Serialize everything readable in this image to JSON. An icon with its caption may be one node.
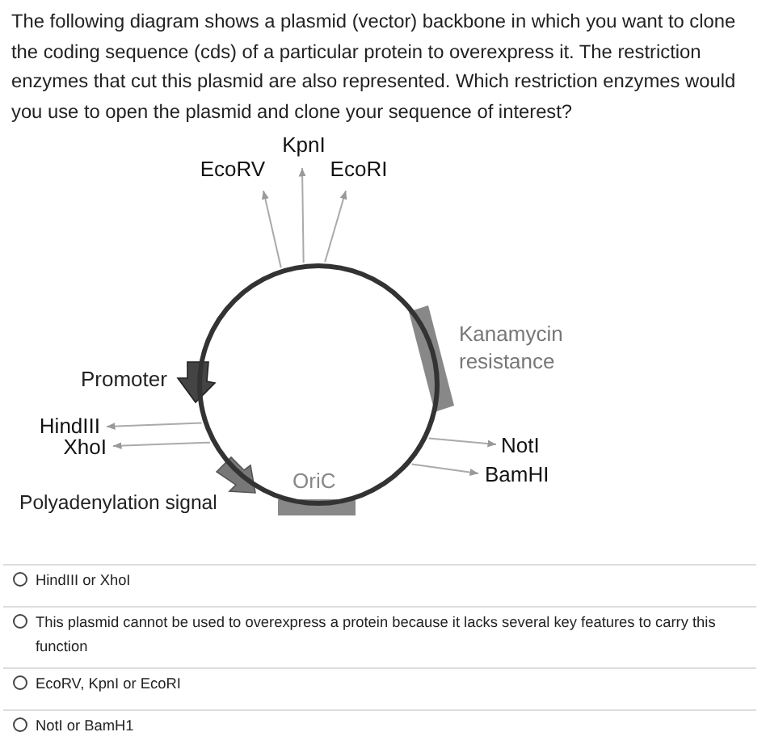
{
  "diagram": {
    "title": "The following diagram shows a plasmid (vector) backbone in which you want to clone the coding sequence (cds) of a particular protein to overexpress it. The restriction enzymes that cut this plasmid are also represented. Which restriction enzymes would you use to open the plasmid and clone your sequence of interest?",
    "nodes": [
      {
        "text": [],
        "shape": "circle"
      },
      {
        "text": [
          "EcoRV"
        ]
      },
      {
        "text": [
          "KpnI"
        ]
      },
      {
        "text": [
          "EcoRI"
        ]
      },
      {
        "text": [
          "HindIII"
        ]
      },
      {
        "text": [
          "XhoI"
        ]
      },
      {
        "text": [
          "NotI"
        ]
      },
      {
        "text": [
          "BamHI"
        ]
      }
    ],
    "edges": [
      {
        "from": 0,
        "to": 1,
        "arrow": "to"
      },
      {
        "from": 0,
        "to": 2,
        "arrow": "to"
      },
      {
        "from": 0,
        "to": 3,
        "arrow": "to"
      },
      {
        "from": 0,
        "to": 4,
        "arrow": "to"
      },
      {
        "from": 0,
        "to": 5,
        "arrow": "to"
      },
      {
        "from": 0,
        "to": 6,
        "arrow": "to"
      },
      {
        "from": 0,
        "to": 7,
        "arrow": "to"
      }
    ],
    "labels": [
      "Promoter",
      "Kanamycin resistance",
      "OriC",
      "Polyadenylation signal",
      "HindIII or XhoI",
      "This plasmid cannot be used to overexpress a protein because it lacks several key features to carry this function",
      "EcoRV, KpnI or EcoRI",
      "NotI or BamH1"
    ]
  }
}
